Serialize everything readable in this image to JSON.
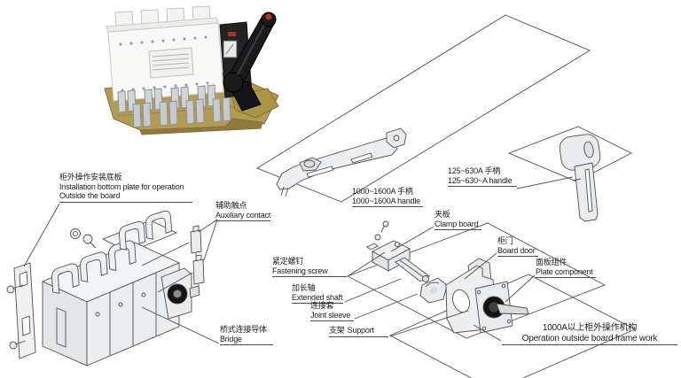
{
  "colors": {
    "line": "#4d4d4d",
    "drawing_fill": "#edeff1",
    "text": "#1e1e1e",
    "handle_black": "#1a1a1c",
    "knob_black": "#141414",
    "base_bronze": "#b29b55"
  },
  "labels": {
    "installation_plate": {
      "zh": "柜外操作安装底板",
      "en1": "Installation bottom plate for operation",
      "en2": "Outside the board"
    },
    "auxiliary_contact": {
      "zh": "辅助触点",
      "en": "Auxiliary contact"
    },
    "handle_1000_1600": {
      "zh": "1000~1600A 手柄",
      "en": "1000~1600A handle"
    },
    "handle_125_630": {
      "zh": "125~630A 手柄",
      "en": "125~630~A handle"
    },
    "clamp_board": {
      "zh": "夹板",
      "en": "Clamp board"
    },
    "board_door": {
      "zh": "柜门",
      "en": "Board door"
    },
    "plate_component": {
      "zh": "面板组件",
      "en": "Plate component"
    },
    "fastening_screw": {
      "zh": "紧定螺钉",
      "en": "Fastening screw"
    },
    "extended_shaft": {
      "zh": "加长轴",
      "en": "Extended shaft"
    },
    "joint_sleeve": {
      "zh": "连接套",
      "en": "Joint sleeve"
    },
    "support": {
      "zh": "支架",
      "en": "Support"
    },
    "bridge": {
      "zh": "桥式连接导体",
      "en": "Bridge"
    },
    "operation_mechanism": {
      "zh": "1000A以上柜外操作机构",
      "en": "Operation outside board frame work"
    }
  }
}
